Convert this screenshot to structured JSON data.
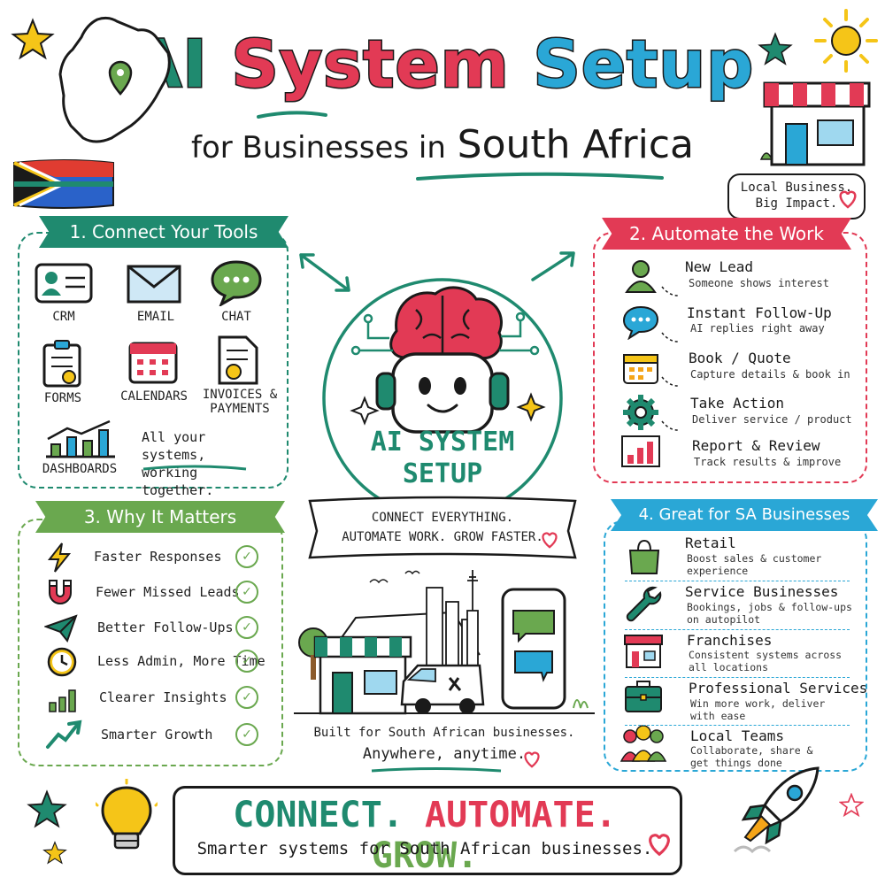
{
  "title": {
    "word1": "AI",
    "word2": "System",
    "word3": "Setup",
    "sub_for": "for Businesses in",
    "sub_place": "South Africa"
  },
  "local_note": {
    "line1": "Local Business.",
    "line2": "Big Impact."
  },
  "connect": {
    "heading": "1. Connect Your Tools",
    "tools": [
      "CRM",
      "EMAIL",
      "CHAT",
      "FORMS",
      "CALENDARS",
      "INVOICES &",
      "PAYMENTS",
      "DASHBOARDS"
    ],
    "tagline1": "All your systems,",
    "tagline2": "working together."
  },
  "automate": {
    "heading": "2. Automate the Work",
    "steps": [
      {
        "title": "New Lead",
        "desc": "Someone shows interest"
      },
      {
        "title": "Instant Follow-Up",
        "desc": "AI replies right away"
      },
      {
        "title": "Book / Quote",
        "desc": "Capture details & book in"
      },
      {
        "title": "Take Action",
        "desc": "Deliver service / product"
      },
      {
        "title": "Report & Review",
        "desc": "Track results & improve"
      }
    ]
  },
  "center": {
    "label1": "AI SYSTEM",
    "label2": "SETUP",
    "ribbon1": "CONNECT EVERYTHING.",
    "ribbon2": "AUTOMATE WORK. GROW FASTER."
  },
  "why": {
    "heading": "3. Why It Matters",
    "items": [
      "Faster Responses",
      "Fewer Missed Leads",
      "Better Follow-Ups",
      "Less Admin, More Time",
      "Clearer Insights",
      "Smarter Growth"
    ]
  },
  "sa": {
    "heading": "4. Great for SA Businesses",
    "items": [
      {
        "title": "Retail",
        "desc1": "Boost sales & customer",
        "desc2": "experience"
      },
      {
        "title": "Service Businesses",
        "desc1": "Bookings, jobs & follow-ups",
        "desc2": "on autopilot"
      },
      {
        "title": "Franchises",
        "desc1": "Consistent systems across",
        "desc2": "all locations"
      },
      {
        "title": "Professional Services",
        "desc1": "Win more work, deliver",
        "desc2": "with ease"
      },
      {
        "title": "Local Teams",
        "desc1": "Collaborate, share &",
        "desc2": "get things done"
      }
    ]
  },
  "built": {
    "line1": "Built for South African businesses.",
    "line2": "Anywhere, anytime."
  },
  "footer": {
    "word1": "CONNECT.",
    "word2": "AUTOMATE.",
    "word3": "GROW.",
    "sub": "Smarter systems for South African businesses."
  },
  "colors": {
    "green": "#1f8a6f",
    "red": "#e23a55",
    "blue": "#2aa7d6",
    "lime": "#6aa84f",
    "yellow": "#f5c518"
  }
}
